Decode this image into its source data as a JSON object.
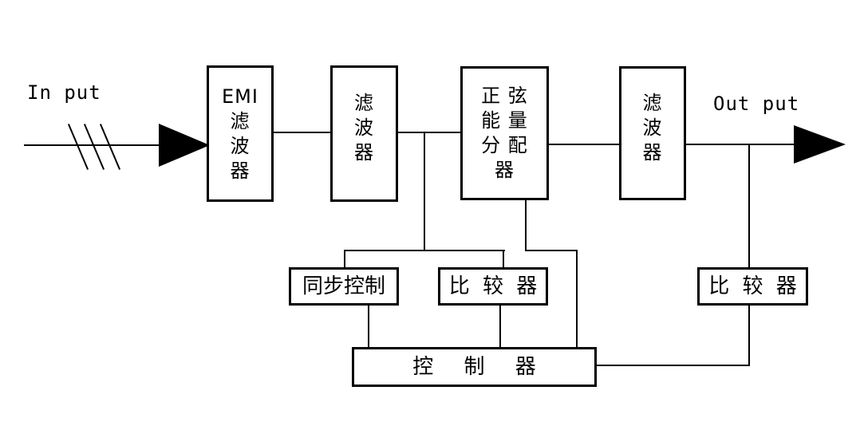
{
  "diagram": {
    "input_label": "In put",
    "output_label": "Out put",
    "boxes": {
      "emi_filter": {
        "lines": [
          "EMI",
          "滤",
          "波",
          "器"
        ]
      },
      "filter_1": {
        "lines": [
          "滤",
          "波",
          "器"
        ]
      },
      "sine_energy_distributor": {
        "lines": [
          "正 弦",
          "能 量",
          "分 配",
          "器"
        ]
      },
      "filter_2": {
        "lines": [
          "滤",
          "波",
          "器"
        ]
      },
      "sync_control": {
        "label": "同步控制"
      },
      "comparator_1": {
        "label": "比 较 器"
      },
      "comparator_2": {
        "label": "比 较 器"
      },
      "controller": {
        "label": "控 制 器"
      }
    },
    "colors": {
      "line": "#000000",
      "background": "#ffffff"
    }
  }
}
